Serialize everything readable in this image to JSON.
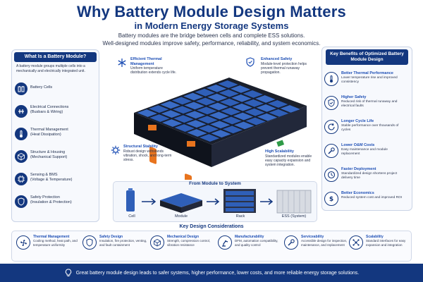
{
  "header": {
    "title": "Why Battery Module Design Matters",
    "subtitle": "in Modern Energy Storage Systems",
    "desc1": "Battery modules are the bridge between cells and complete ESS solutions.",
    "desc2": "Well-designed modules improve safety, performance, reliability, and system economics."
  },
  "left_panel": {
    "title": "What Is a Battery Module?",
    "intro": "A battery module groups multiple cells into a mechanically and electrically integrated unit.",
    "items": [
      {
        "icon": "battery-cells-icon",
        "label": "Battery Cells",
        "sub": ""
      },
      {
        "icon": "busbar-icon",
        "label": "Electrical Connections",
        "sub": "(Busbars & Wiring)"
      },
      {
        "icon": "thermometer-icon",
        "label": "Thermal Management",
        "sub": "(Heat Dissipation)"
      },
      {
        "icon": "cube-icon",
        "label": "Structure & Housing",
        "sub": "(Mechanical Support)"
      },
      {
        "icon": "chip-icon",
        "label": "Sensing & BMS",
        "sub": "(Voltage & Temperature)"
      },
      {
        "icon": "shield-icon",
        "label": "Safety Protection",
        "sub": "(Insulation & Protection)"
      }
    ]
  },
  "center": {
    "callouts": {
      "thermal": {
        "title": "Efficient Thermal Management",
        "desc": "Uniform temperature distribution extends cycle life."
      },
      "safety": {
        "title": "Enhanced Safety",
        "desc": "Module-level protection helps prevent thermal runaway propagation."
      },
      "structural": {
        "title": "Structural Stability",
        "desc": "Robust design withstands vibration, shock, and long-term stress."
      },
      "scalability": {
        "title": "High Scalability",
        "desc": "Standardized modules enable easy capacity expansion and system integration."
      }
    }
  },
  "module_to_system": {
    "title": "From Module to System",
    "labels": [
      "Cell",
      "Module",
      "Rack",
      "ESS (System)"
    ]
  },
  "right_panel": {
    "title": "Key Benefits of Optimized Battery Module Design",
    "items": [
      {
        "icon": "thermometer-icon",
        "title": "Better Thermal Performance",
        "desc": "Lower temperature rise and improved consistency"
      },
      {
        "icon": "shield-check-icon",
        "title": "Higher Safety",
        "desc": "Reduced risk of thermal runaway and electrical faults"
      },
      {
        "icon": "cycle-icon",
        "title": "Longer Cycle Life",
        "desc": "Stable performance over thousands of cycles"
      },
      {
        "icon": "wrench-icon",
        "title": "Lower O&M Costs",
        "desc": "Easy maintenance and module replacement"
      },
      {
        "icon": "clock-icon",
        "title": "Faster Deployment",
        "desc": "Standardized design shortens project delivery time"
      },
      {
        "icon": "dollar-icon",
        "title": "Better Economics",
        "desc": "Reduced system cost and improved ROI"
      }
    ]
  },
  "considerations": {
    "title": "Key Design Considerations",
    "items": [
      {
        "icon": "fan-icon",
        "title": "Thermal Management",
        "desc": "Cooling method, heat path, and temperature uniformity"
      },
      {
        "icon": "shield-icon",
        "title": "Safety Design",
        "desc": "Insulation, fire protection, venting, and fault containment"
      },
      {
        "icon": "cube-icon",
        "title": "Mechanical Design",
        "desc": "Strength, compression control, vibration resistance"
      },
      {
        "icon": "robot-arm-icon",
        "title": "Manufacturability",
        "desc": "DFM, automation compatibility, and quality control"
      },
      {
        "icon": "wrench-icon",
        "title": "Serviceability",
        "desc": "Accessible design for inspection, maintenance, and replacement"
      },
      {
        "icon": "network-icon",
        "title": "Scalability",
        "desc": "Standard interfaces for easy expansion and integration"
      }
    ]
  },
  "footer": {
    "icon": "lightbulb-icon",
    "text": "Great battery module design leads to safer systems, higher performance, lower costs, and more reliable energy storage solutions."
  },
  "colors": {
    "navy": "#13377f",
    "blue": "#1e4fb5",
    "cell_blue": "#2f5fb8",
    "orange": "#e8741e"
  }
}
